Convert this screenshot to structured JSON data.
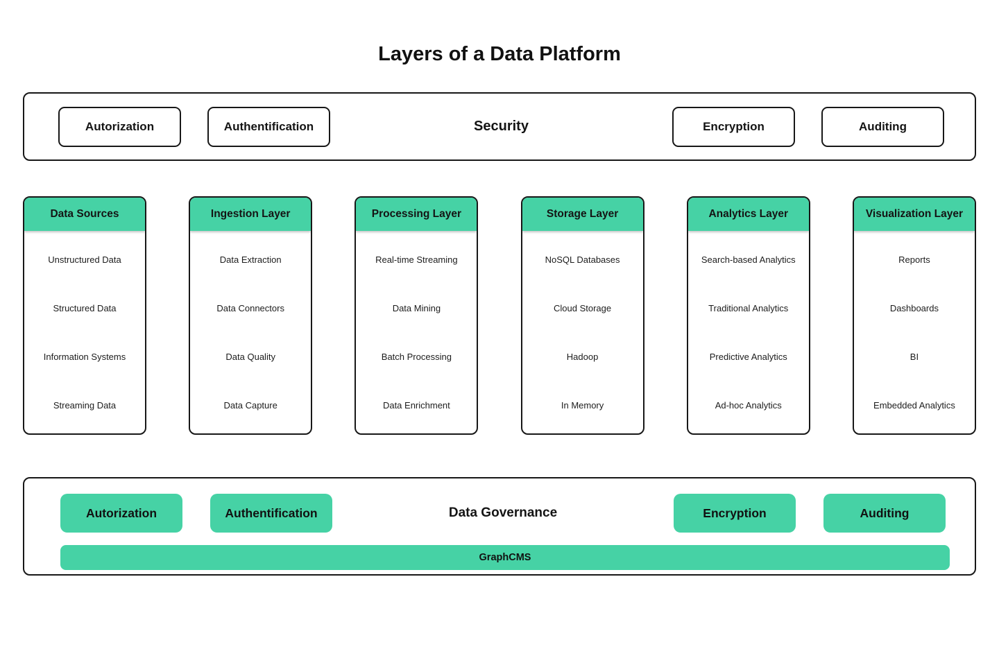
{
  "page": {
    "title": "Layers of a Data Platform"
  },
  "colors": {
    "accent_green": "#46d2a5",
    "border": "#171717",
    "background": "#ffffff",
    "text": "#141414"
  },
  "security_bar": {
    "label": "Security",
    "left_boxes": [
      "Autorization",
      "Authentification"
    ],
    "right_boxes": [
      "Encryption",
      "Auditing"
    ]
  },
  "layers": [
    {
      "title": "Data Sources",
      "items": [
        "Unstructured Data",
        "Structured Data",
        "Information Systems",
        "Streaming Data"
      ]
    },
    {
      "title": "Ingestion Layer",
      "items": [
        "Data Extraction",
        "Data Connectors",
        "Data Quality",
        "Data Capture"
      ]
    },
    {
      "title": "Processing Layer",
      "items": [
        "Real-time Streaming",
        "Data Mining",
        "Batch Processing",
        "Data Enrichment"
      ]
    },
    {
      "title": "Storage Layer",
      "items": [
        "NoSQL Databases",
        "Cloud Storage",
        "Hadoop",
        "In Memory"
      ]
    },
    {
      "title": "Analytics Layer",
      "items": [
        "Search-based Analytics",
        "Traditional Analytics",
        "Predictive Analytics",
        "Ad-hoc Analytics"
      ]
    },
    {
      "title": "Visualization Layer",
      "items": [
        "Reports",
        "Dashboards",
        "BI",
        "Embedded Analytics"
      ]
    }
  ],
  "governance_bar": {
    "label": "Data Governance",
    "left_boxes": [
      "Autorization",
      "Authentification"
    ],
    "right_boxes": [
      "Encryption",
      "Auditing"
    ],
    "platform": "GraphCMS"
  }
}
